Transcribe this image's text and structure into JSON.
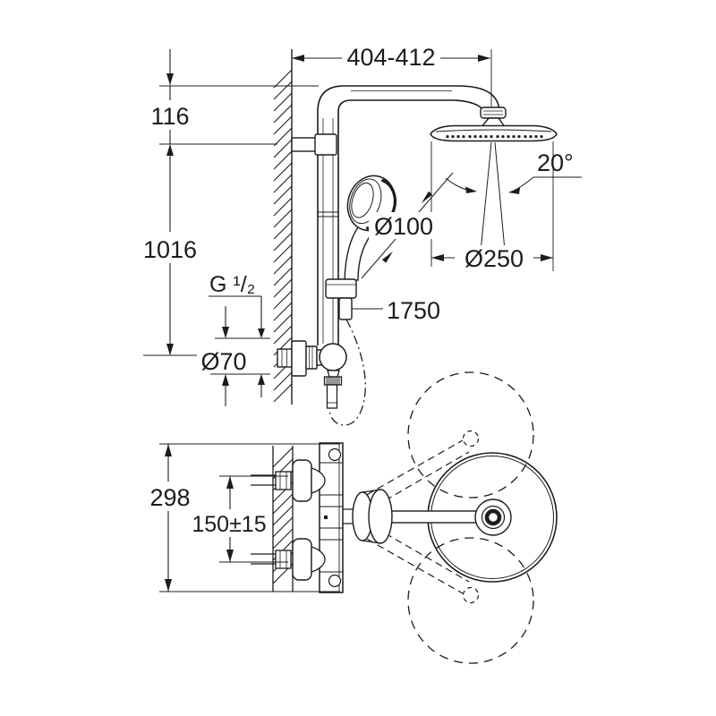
{
  "diagram": {
    "kind": "technical-dimension-drawing",
    "subject": "wall-mounted shower system with thermostatic mixer, head shower and hand shower (front view and plan view)",
    "colors": {
      "line": "#1c1c1c",
      "background": "#ffffff"
    },
    "annotations": {
      "top_width": "404-412",
      "offset_top": "116",
      "rail_height": "1016",
      "thread_size": "G ¹/₂",
      "escutcheon_diameter": "Ø70",
      "hand_shower_diameter": "Ø100",
      "hose_length": "1750",
      "head_shower_diameter": "Ø250",
      "spray_angle": "20°",
      "valve_height": "298",
      "connection_spacing": "150±15"
    }
  }
}
